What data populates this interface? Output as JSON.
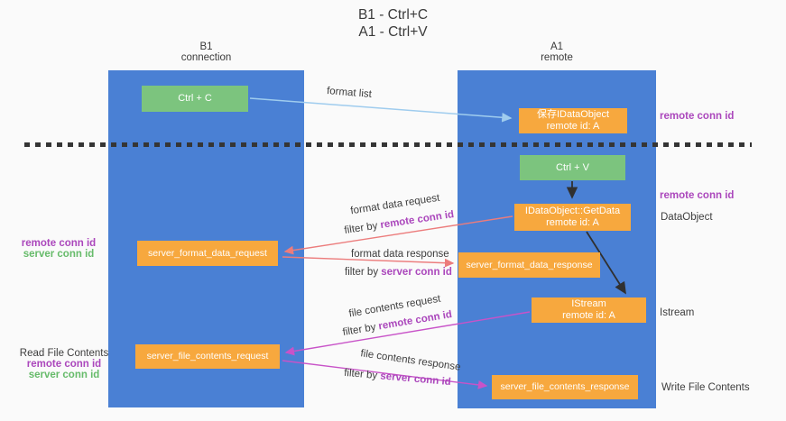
{
  "title": {
    "line1": "B1 - Ctrl+C",
    "line2": "A1 - Ctrl+V"
  },
  "lanes": {
    "left": {
      "name": "B1",
      "role": "connection"
    },
    "right": {
      "name": "A1",
      "role": "remote"
    }
  },
  "nodes": {
    "ctrl_c": {
      "label": "Ctrl + C"
    },
    "ctrl_v": {
      "label": "Ctrl + V"
    },
    "save_idataobject": {
      "line1": "保存IDataObject",
      "line2": "remote id: A"
    },
    "getdata": {
      "line1": "IDataObject::GetData",
      "line2": "remote id: A"
    },
    "istream": {
      "line1": "IStream",
      "line2": "remote id: A"
    },
    "server_format_data_request": {
      "label": "server_format_data_request"
    },
    "server_format_data_response": {
      "label": "server_format_data_response"
    },
    "server_file_contents_request": {
      "label": "server_file_contents_request"
    },
    "server_file_contents_response": {
      "label": "server_file_contents_response"
    }
  },
  "arrows": {
    "format_list": {
      "label": "format list"
    },
    "format_data_request": {
      "label": "format data request",
      "filter_prefix": "filter by ",
      "filter_key": "remote conn id"
    },
    "format_data_response": {
      "label": "format data response",
      "filter_prefix": "filter by ",
      "filter_key": "server conn id"
    },
    "file_contents_request": {
      "label": "file contents request",
      "filter_prefix": "filter by ",
      "filter_key": "remote conn id"
    },
    "file_contents_response": {
      "label": "file contents response",
      "filter_prefix": "filter by ",
      "filter_key": "server conn id"
    }
  },
  "side_labels": {
    "right_top_remote_conn_id": "remote conn id",
    "right_mid_remote_conn_id": "remote conn id",
    "right_dataobject": "DataObject",
    "right_istream": "Istream",
    "right_write_file_contents": "Write File Contents",
    "left_remote_conn_id": "remote conn id",
    "left_server_conn_id": "server conn id",
    "left_read_file_contents": "Read File Contents",
    "left_bottom_remote_conn_id": "remote conn id",
    "left_bottom_server_conn_id": "server conn id"
  },
  "colors": {
    "background": "#fafafa",
    "lane_blue": "#4a80d4",
    "box_green": "#7cc47e",
    "box_orange": "#f7a83e",
    "purple_text": "#ab47bc",
    "green_text": "#66bb6a",
    "arrow_salmon": "#ec7c7c",
    "arrow_magenta": "#c853c8",
    "arrow_lightblue": "#9fccee",
    "arrow_black": "#303030"
  }
}
